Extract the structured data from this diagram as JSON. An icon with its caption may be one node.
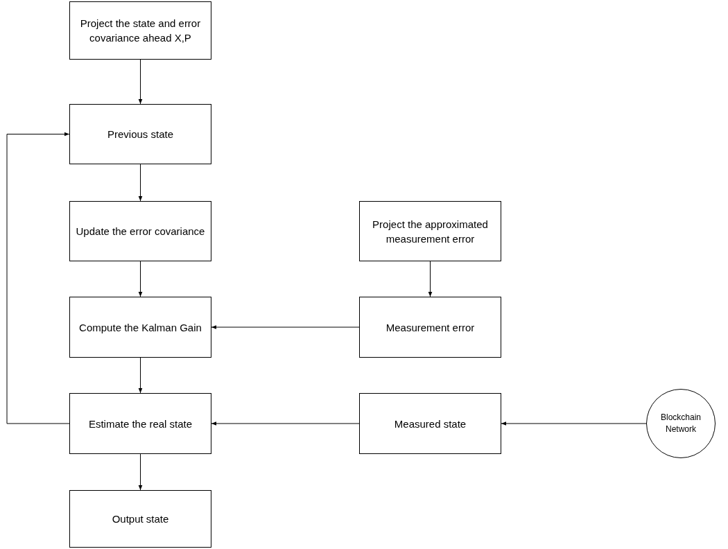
{
  "diagram": {
    "nodes": [
      {
        "text": [
          "Project the state and error covariance ahead X,P"
        ]
      },
      {
        "text": [
          "Previous state"
        ]
      },
      {
        "text": [
          "Update the error covariance"
        ]
      },
      {
        "text": [
          "Project the approximated measurement error"
        ]
      },
      {
        "text": [
          "Compute the Kalman Gain"
        ]
      },
      {
        "text": [
          "Measurement error"
        ]
      },
      {
        "text": [
          "Estimate the real state"
        ]
      },
      {
        "text": [
          "Measured state"
        ]
      },
      {
        "text": [
          "Blockchain Network"
        ]
      },
      {
        "text": [
          "Output state"
        ]
      }
    ],
    "edges": [
      {
        "from": 0,
        "to": 1,
        "arrow": "to"
      },
      {
        "from": 1,
        "to": 2,
        "arrow": "to"
      },
      {
        "from": 2,
        "to": 4,
        "arrow": "to"
      },
      {
        "from": 3,
        "to": 5,
        "arrow": "to"
      },
      {
        "from": 5,
        "to": 4,
        "arrow": "to"
      },
      {
        "from": 4,
        "to": 6,
        "arrow": "to"
      },
      {
        "from": 7,
        "to": 6,
        "arrow": "to"
      },
      {
        "from": 8,
        "to": 7,
        "arrow": "to"
      },
      {
        "from": 6,
        "to": 1,
        "arrow": "to"
      },
      {
        "from": 6,
        "to": 9,
        "arrow": "to"
      }
    ]
  }
}
